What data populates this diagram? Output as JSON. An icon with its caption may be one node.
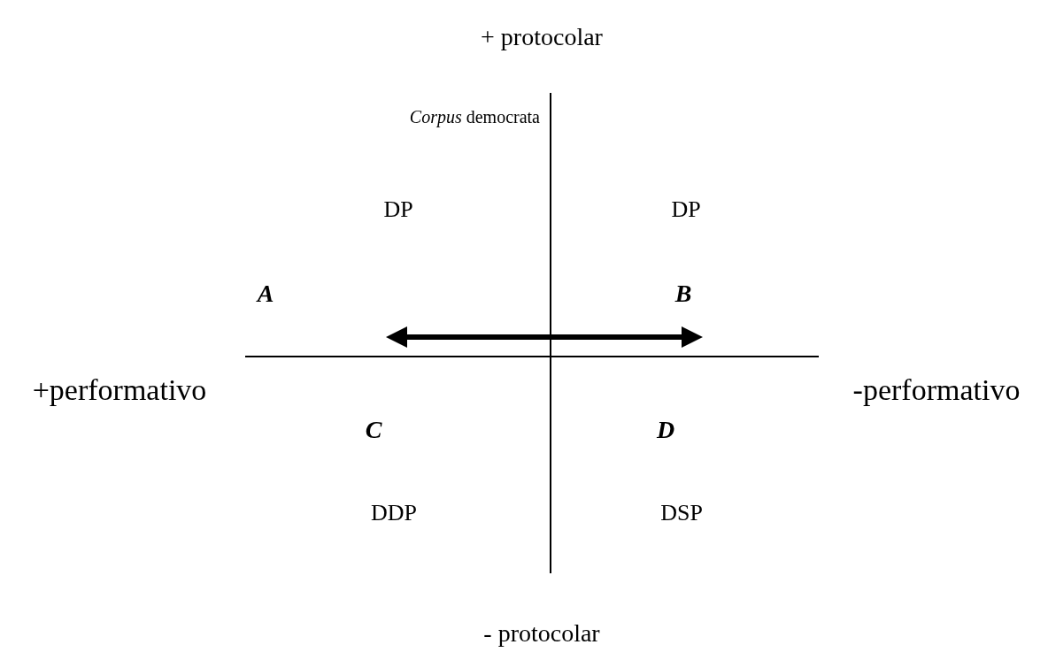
{
  "diagram": {
    "labels": [
      "+ protocolar",
      "*Corpus* democrata",
      "DP",
      "DP",
      "A",
      "B",
      "+performativo",
      "-performativo",
      "C",
      "D",
      "DDP",
      "DSP",
      "- protocolar"
    ]
  }
}
